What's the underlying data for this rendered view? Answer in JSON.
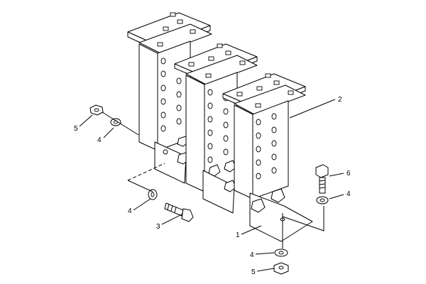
{
  "callouts": {
    "c1": "1",
    "c2": "2",
    "c3": "3",
    "c4a": "4",
    "c4b": "4",
    "c4c": "4",
    "c4d": "4",
    "c5a": "5",
    "c5b": "5",
    "c6": "6"
  }
}
